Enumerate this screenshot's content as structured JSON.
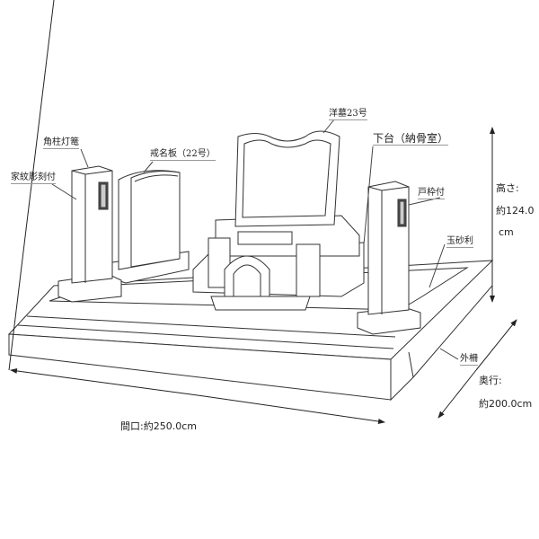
{
  "labels": {
    "main_stone": "洋墓23号",
    "lantern": "角柱灯篭",
    "plaque": "戒名板（22号）",
    "lower_base": "下台（納骨室）",
    "family_crest": "家紋彫刻付",
    "door_frame": "戸枠付",
    "gravel": "玉砂利",
    "outer_fence": "外柵"
  },
  "dimensions": {
    "height_label": "高さ:",
    "height_value": "約124.0",
    "height_unit": "cm",
    "depth_label": "奥行:",
    "depth_value": "約200.0cm",
    "width_text": "間口:約250.0cm"
  }
}
